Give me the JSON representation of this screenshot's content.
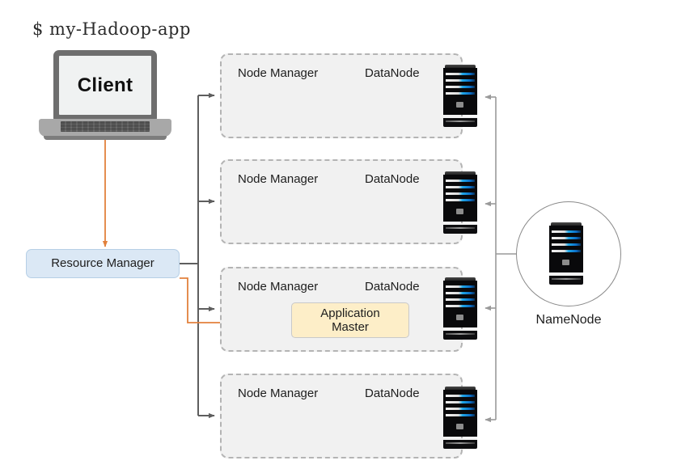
{
  "title": "Hadoop YARN / HDFS architecture diagram",
  "colors": {
    "background": "#ffffff",
    "client_arrow": "#e2813c",
    "app_master_arrow": "#e2813c",
    "control_line": "#5e5e5e",
    "namenode_line": "#9a9a9a",
    "resource_manager_fill": "#dbe8f5",
    "resource_manager_border": "#b6cfe6",
    "application_master_fill": "#fdeec8",
    "application_master_border": "#c9c9c9",
    "node_block_fill": "#f1f1f1",
    "node_block_border": "#b4b4b4",
    "server_body": "#09090b",
    "server_bay_accent": "#1fa8e8",
    "laptop_bezel": "#6e6e6e",
    "laptop_base": "#a8a8a8",
    "laptop_screen": "#f0f2f2"
  },
  "command": {
    "prompt": "$",
    "text": "my-Hadoop-app",
    "full": "$ my-Hadoop-app"
  },
  "client": {
    "label": "Client",
    "icon": "laptop-icon"
  },
  "resource_manager": {
    "label": "Resource Manager"
  },
  "application_master": {
    "label": "Application Master",
    "line1": "Application",
    "line2": "Master"
  },
  "namenode": {
    "label": "NameNode",
    "icon": "server-rack-icon"
  },
  "nodes": [
    {
      "id": "node-1",
      "node_manager_label": "Node Manager",
      "datanode_label": "DataNode",
      "icon": "server-rack-icon",
      "has_application_master": false
    },
    {
      "id": "node-2",
      "node_manager_label": "Node Manager",
      "datanode_label": "DataNode",
      "icon": "server-rack-icon",
      "has_application_master": false
    },
    {
      "id": "node-3",
      "node_manager_label": "Node Manager",
      "datanode_label": "DataNode",
      "icon": "server-rack-icon",
      "has_application_master": true
    },
    {
      "id": "node-4",
      "node_manager_label": "Node Manager",
      "datanode_label": "DataNode",
      "icon": "server-rack-icon",
      "has_application_master": false
    }
  ],
  "connections": [
    {
      "from": "Client",
      "to": "Resource Manager",
      "color": "#e2813c",
      "style": "solid-arrow"
    },
    {
      "from": "Resource Manager",
      "to": "Node Manager 1",
      "color": "#5e5e5e",
      "style": "solid-arrow"
    },
    {
      "from": "Resource Manager",
      "to": "Node Manager 2",
      "color": "#5e5e5e",
      "style": "solid-arrow"
    },
    {
      "from": "Resource Manager",
      "to": "Node Manager 3",
      "color": "#5e5e5e",
      "style": "solid-arrow"
    },
    {
      "from": "Resource Manager",
      "to": "Node Manager 4",
      "color": "#5e5e5e",
      "style": "solid-arrow"
    },
    {
      "from": "Resource Manager",
      "to": "Application Master",
      "color": "#e2813c",
      "style": "solid-arrow"
    },
    {
      "from": "NameNode",
      "to": "DataNode 1",
      "color": "#9a9a9a",
      "style": "solid-arrow"
    },
    {
      "from": "NameNode",
      "to": "DataNode 2",
      "color": "#9a9a9a",
      "style": "solid-arrow"
    },
    {
      "from": "NameNode",
      "to": "DataNode 3",
      "color": "#9a9a9a",
      "style": "solid-arrow"
    },
    {
      "from": "NameNode",
      "to": "DataNode 4",
      "color": "#9a9a9a",
      "style": "solid-arrow"
    }
  ]
}
